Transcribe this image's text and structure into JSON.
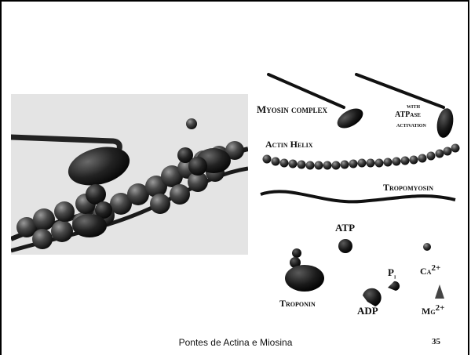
{
  "slide": {
    "footer_title": "Pontes de Actina e Miosina",
    "slide_number": "35"
  },
  "diagram": {
    "labels": {
      "myosin_complex": "Myosin complex",
      "with": "with",
      "atpase": "ATPase",
      "activation": "activation",
      "actin_helix": "Actin Helix",
      "tropomyosin": "Tropomyosin",
      "atp": "ATP",
      "troponin": "Troponin",
      "pi_p": "P",
      "pi_i": "i",
      "ca": "Ca",
      "ca_charge": "2+",
      "adp": "ADP",
      "mg": "Mg",
      "mg_charge": "2+"
    }
  },
  "colors": {
    "photo_background": "#e4e4e4",
    "molecule_dark": "#1f1f1f",
    "molecule_mid": "#555555"
  }
}
